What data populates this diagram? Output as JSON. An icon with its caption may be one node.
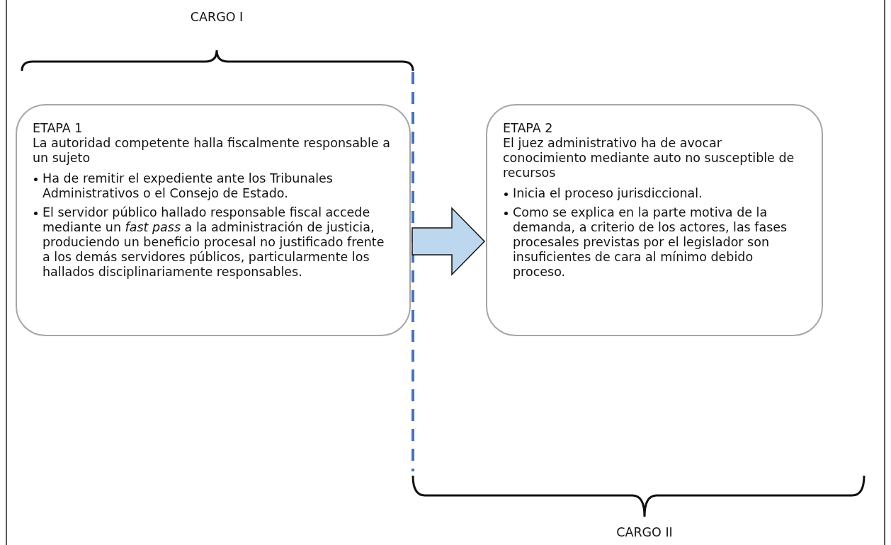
{
  "diagram": {
    "nodes": [
      {
        "text": [
          "ETAPA 1",
          "La autoridad competente halla fiscalmente responsable a un sujeto",
          "Ha de remitir el expediente ante los Tribunales Administrativos o el Consejo de Estado.",
          "El servidor público hallado responsable fiscal accede mediante un *fast pass* a la administración de justicia, produciendo un beneficio procesal no justificado frente a los demás servidores públicos, particularmente los hallados disciplinariamente responsables."
        ]
      },
      {
        "text": [
          "ETAPA 2",
          "El juez administrativo ha de avocar conocimiento mediante auto no susceptible de recursos",
          "Inicia el proceso jurisdiccional.",
          "Como se explica en la parte motiva de la demanda, a criterio de los actores, las fases procesales previstas por el legislador son insuficientes de cara al mínimo debido proceso."
        ]
      }
    ],
    "edges": [
      {
        "from": 0,
        "to": 1,
        "arrow": "to"
      }
    ],
    "labels": [
      "CARGO I",
      "CARGO II"
    ]
  }
}
